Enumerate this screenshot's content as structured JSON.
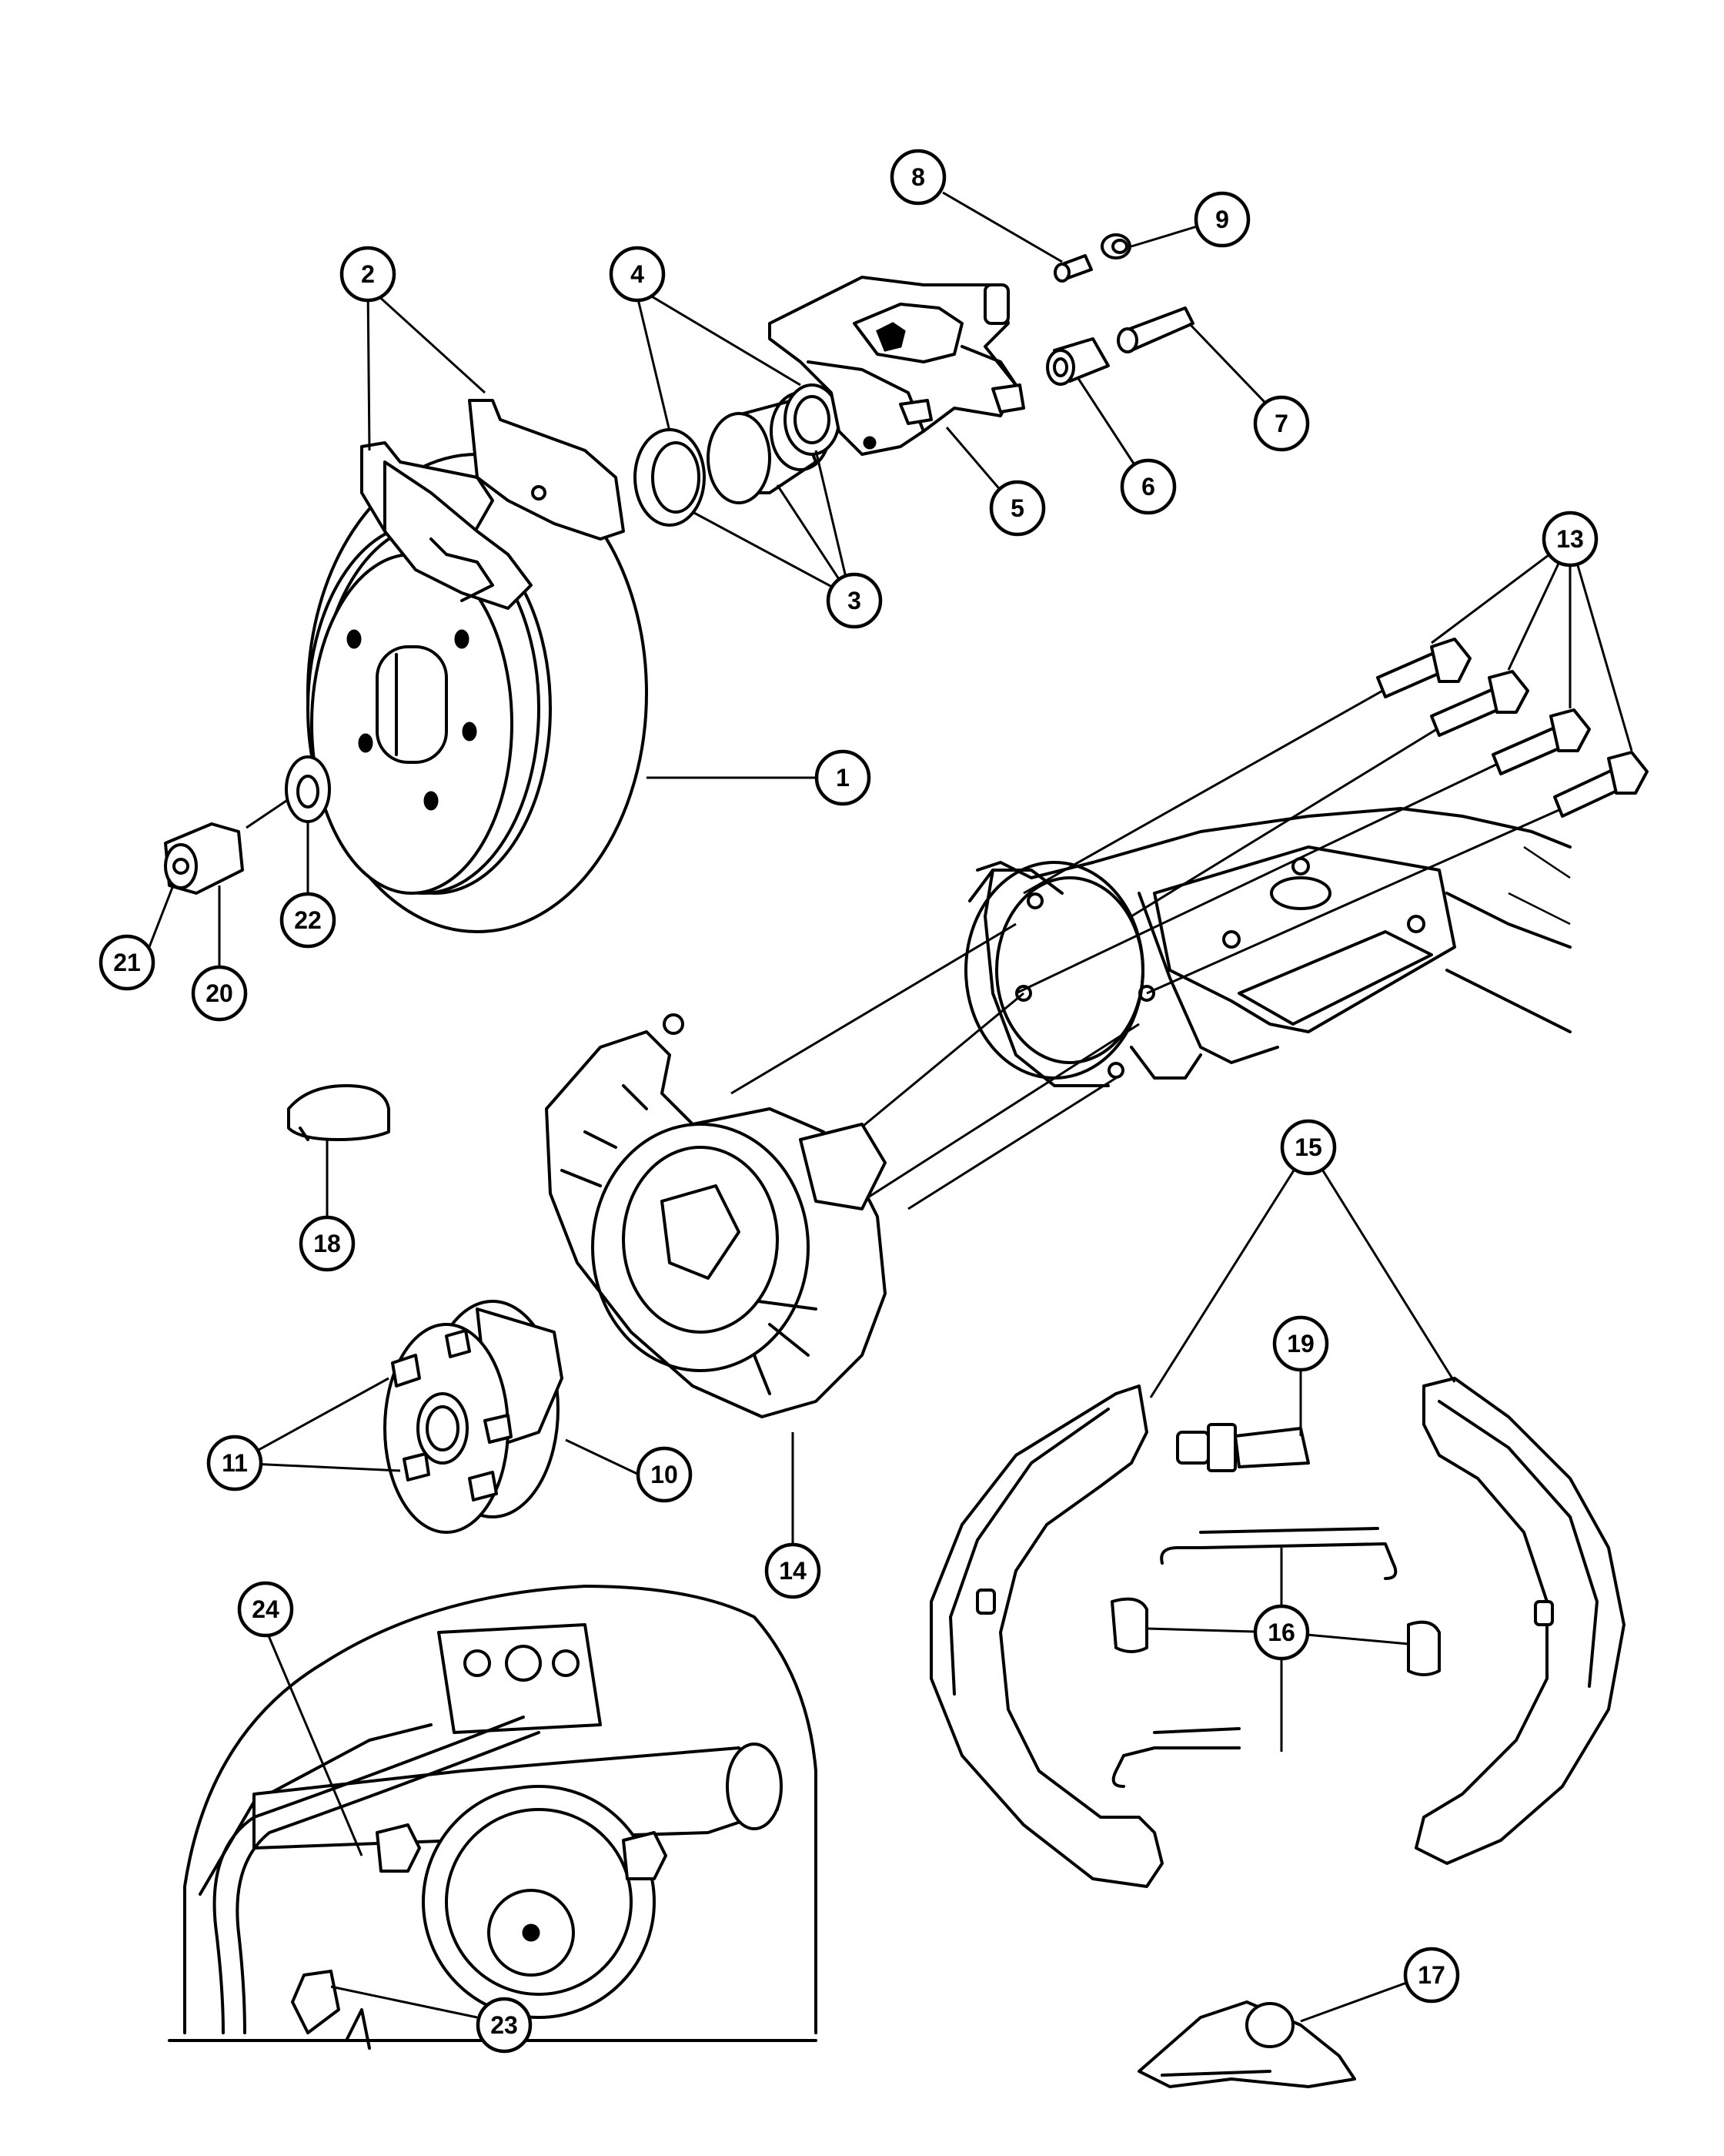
{
  "callouts": [
    {
      "id": "1",
      "label": "1"
    },
    {
      "id": "2",
      "label": "2"
    },
    {
      "id": "3",
      "label": "3"
    },
    {
      "id": "4",
      "label": "4"
    },
    {
      "id": "5",
      "label": "5"
    },
    {
      "id": "6",
      "label": "6"
    },
    {
      "id": "7",
      "label": "7"
    },
    {
      "id": "8",
      "label": "8"
    },
    {
      "id": "9",
      "label": "9"
    },
    {
      "id": "10",
      "label": "10"
    },
    {
      "id": "11",
      "label": "11"
    },
    {
      "id": "13",
      "label": "13"
    },
    {
      "id": "14",
      "label": "14"
    },
    {
      "id": "15",
      "label": "15"
    },
    {
      "id": "16",
      "label": "16"
    },
    {
      "id": "17",
      "label": "17"
    },
    {
      "id": "18",
      "label": "18"
    },
    {
      "id": "19",
      "label": "19"
    },
    {
      "id": "20",
      "label": "20"
    },
    {
      "id": "21",
      "label": "21"
    },
    {
      "id": "22",
      "label": "22"
    },
    {
      "id": "23",
      "label": "23"
    },
    {
      "id": "24",
      "label": "24"
    }
  ]
}
